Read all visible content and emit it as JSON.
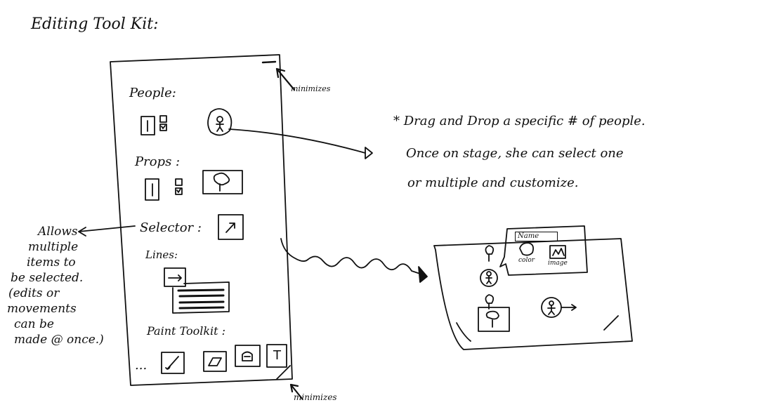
{
  "title": "Editing Tool Kit:",
  "toolkit": {
    "people_label": "People:",
    "props_label": "Props :",
    "selector_label": "Selector :",
    "lines_label": "Lines:",
    "paint_label": "Paint Toolkit :",
    "paint_more": "...",
    "text_tool": "T",
    "minimize_top": "minimizes",
    "minimize_bottom": "minimizes"
  },
  "side_note": [
    "Allows",
    "multiple",
    "items to",
    "be selected.",
    "(edits or",
    "movements",
    "can be",
    "made @ once.)"
  ],
  "drag_note": [
    "* Drag and Drop a specific # of people.",
    "Once on stage, she can select one",
    "or multiple and customize."
  ],
  "stage": {
    "name_field": "Name",
    "color_label": "color",
    "image_label": "image"
  },
  "icons": [
    "minimize-icon",
    "person-icon",
    "tree-icon",
    "arrow-icon",
    "brush-icon",
    "parallelogram-icon",
    "paint-bucket-icon",
    "text-icon"
  ]
}
